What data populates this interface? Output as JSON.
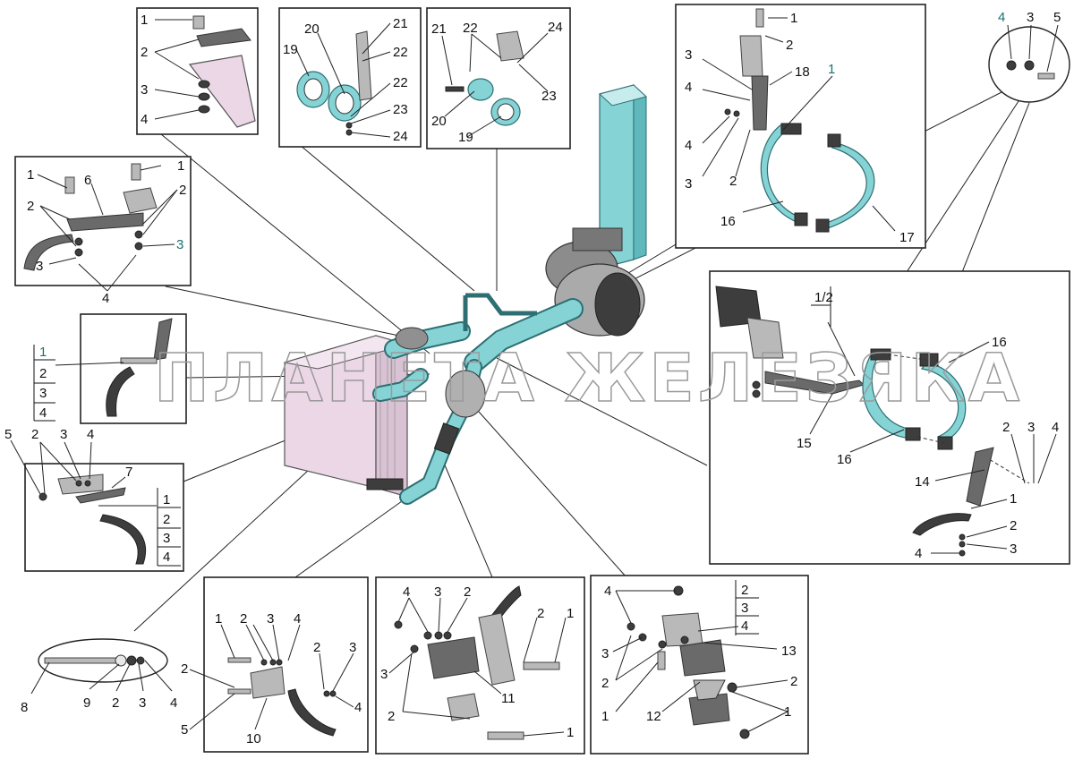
{
  "watermark": "ПЛАНЕТА ЖЕЛЕЗЯКА",
  "colors": {
    "accent_teal": "#86d3d6",
    "radiator_pink": "#ecd7e7",
    "metal_grey": "#6a6a6a"
  },
  "panel_1": {
    "callouts": [
      "1",
      "2",
      "3",
      "4"
    ]
  },
  "panel_2": {
    "callouts": [
      "19",
      "20",
      "21",
      "22",
      "22",
      "23",
      "24"
    ]
  },
  "panel_3": {
    "callouts": [
      "21",
      "22",
      "24",
      "23",
      "20",
      "19"
    ]
  },
  "panel_4": {
    "callouts": [
      "1",
      "2",
      "18",
      "1",
      "3",
      "4",
      "4",
      "3",
      "2",
      "16",
      "17"
    ]
  },
  "panel_5": {
    "callouts": [
      "1",
      "6",
      "1",
      "2",
      "2",
      "3",
      "3",
      "4"
    ]
  },
  "panel_6": {
    "fraction": [
      "1",
      "2",
      "3",
      "4"
    ]
  },
  "panel_7": {
    "callouts": [
      "5",
      "2",
      "3",
      "4",
      "7"
    ],
    "fraction": [
      "1",
      "2",
      "3",
      "4"
    ]
  },
  "panel_8": {
    "callouts": [
      "1/2",
      "16",
      "15",
      "16",
      "14",
      "2",
      "3",
      "4",
      "1",
      "2",
      "3",
      "4"
    ]
  },
  "panel_9": {
    "callouts": [
      "4",
      "3",
      "5"
    ]
  },
  "panel_10": {
    "callouts": [
      "1",
      "2",
      "3",
      "4",
      "2",
      "3",
      "2",
      "5",
      "10",
      "4"
    ]
  },
  "panel_11": {
    "callouts": [
      "4",
      "3",
      "2",
      "1",
      "2",
      "3",
      "11",
      "2",
      "1"
    ]
  },
  "panel_12": {
    "callouts": [
      "4",
      "3",
      "2",
      "1",
      "13",
      "12",
      "2",
      "1"
    ],
    "fraction": [
      "2",
      "3",
      "4"
    ]
  },
  "panel_13": {
    "callouts": [
      "8",
      "9",
      "2",
      "3",
      "4"
    ]
  }
}
